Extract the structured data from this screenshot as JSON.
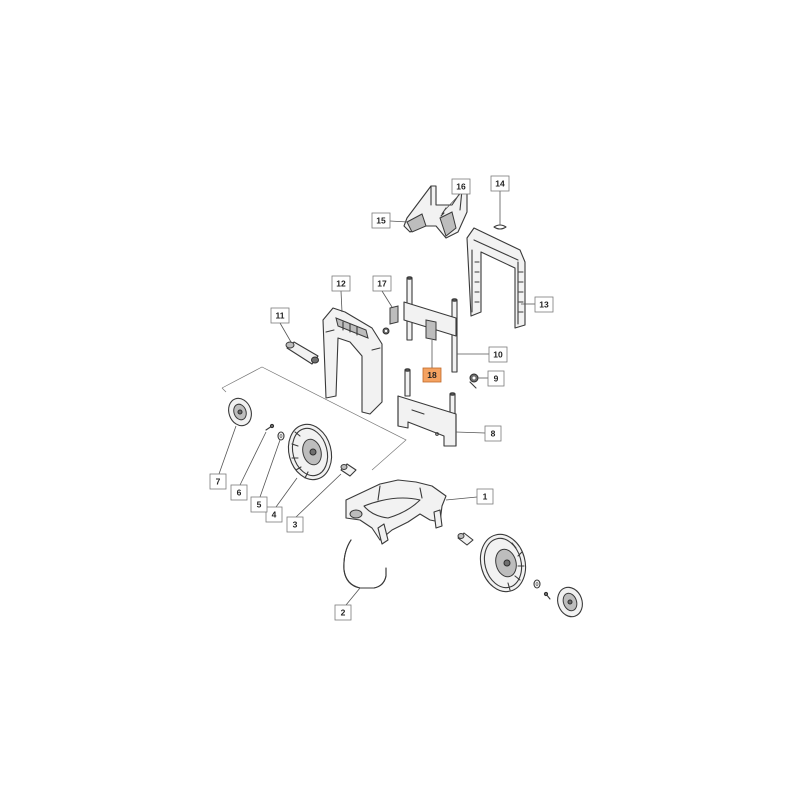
{
  "diagram": {
    "highlight_color": "#f4a261",
    "callouts": [
      {
        "id": "1",
        "label": "1"
      },
      {
        "id": "2",
        "label": "2"
      },
      {
        "id": "3",
        "label": "3"
      },
      {
        "id": "4",
        "label": "4"
      },
      {
        "id": "5",
        "label": "5"
      },
      {
        "id": "6",
        "label": "6"
      },
      {
        "id": "7",
        "label": "7"
      },
      {
        "id": "8",
        "label": "8"
      },
      {
        "id": "9",
        "label": "9"
      },
      {
        "id": "10",
        "label": "10"
      },
      {
        "id": "11",
        "label": "11"
      },
      {
        "id": "12",
        "label": "12"
      },
      {
        "id": "13",
        "label": "13"
      },
      {
        "id": "14",
        "label": "14"
      },
      {
        "id": "15",
        "label": "15"
      },
      {
        "id": "16",
        "label": "16"
      },
      {
        "id": "17",
        "label": "17"
      },
      {
        "id": "18",
        "label": "18",
        "highlighted": true
      }
    ]
  }
}
